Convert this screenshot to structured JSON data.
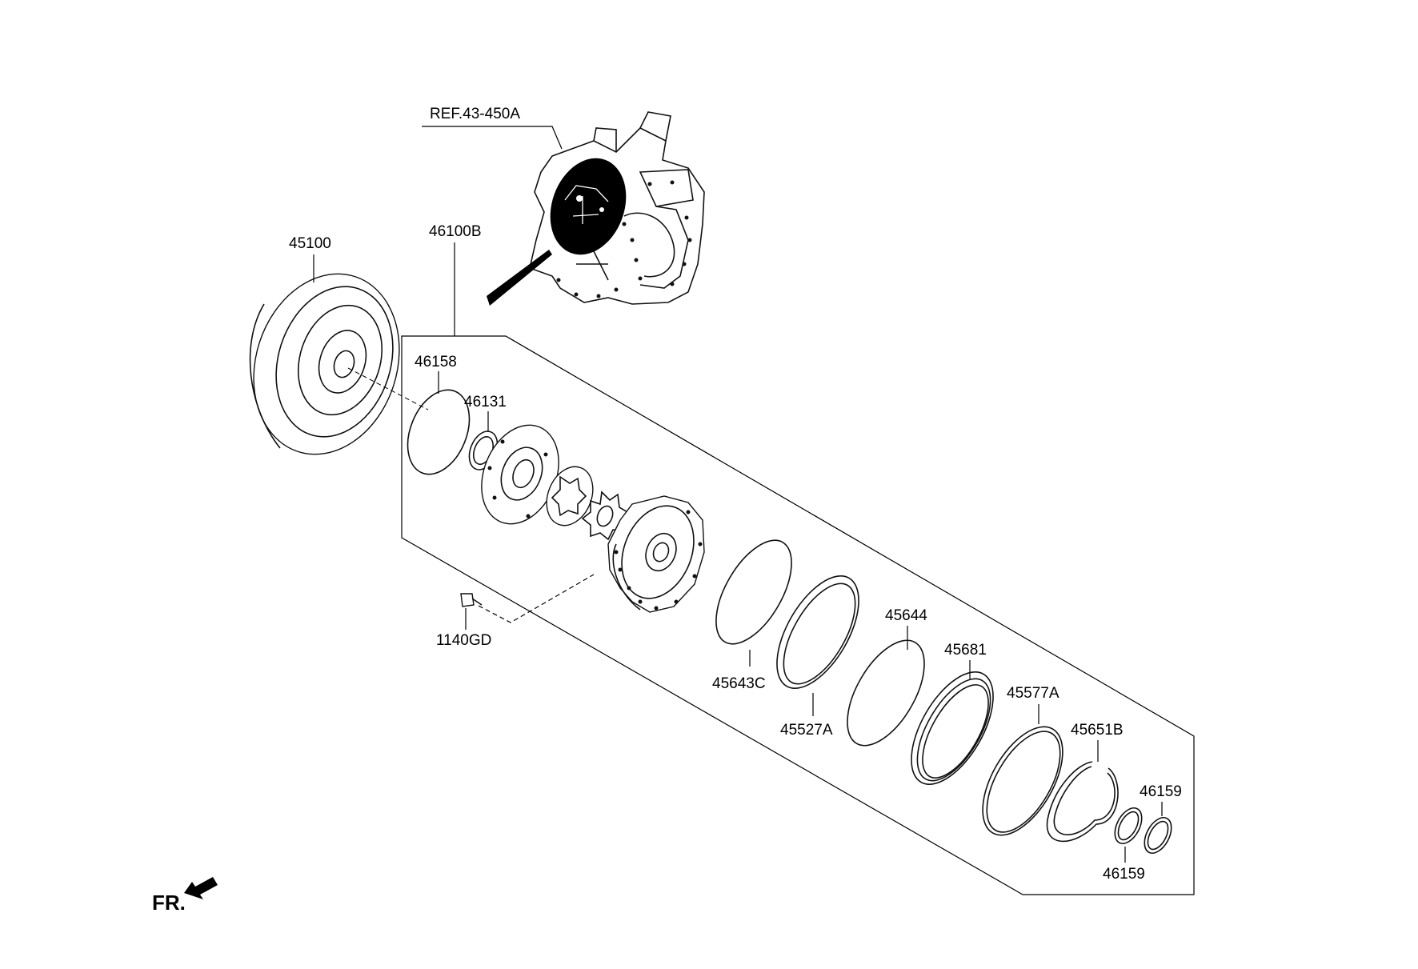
{
  "ref_label": "REF.43-450A",
  "assembly_label": "46100B",
  "front_label": "FR.",
  "parts": {
    "p45100": "45100",
    "p46158": "46158",
    "p46131": "46131",
    "p1140GD": "1140GD",
    "p45643C": "45643C",
    "p45527A": "45527A",
    "p45644": "45644",
    "p45681": "45681",
    "p45577A": "45577A",
    "p45651B": "45651B",
    "p46159_top": "46159",
    "p46159_bottom": "46159"
  }
}
